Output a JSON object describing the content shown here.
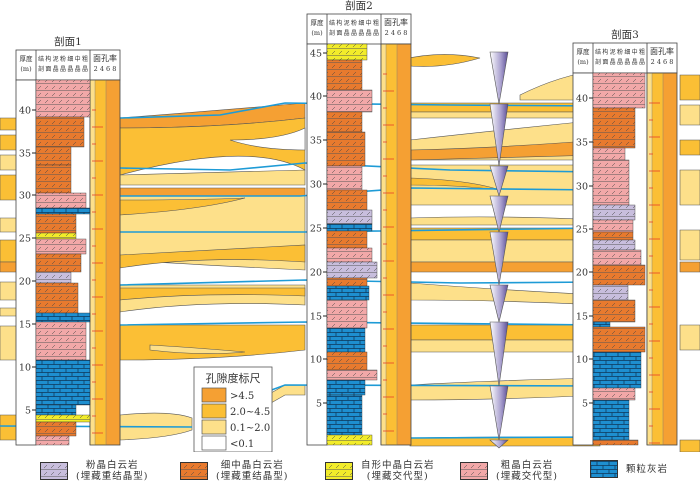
{
  "sections": [
    {
      "title": "剖面1",
      "id": "s1"
    },
    {
      "title": "剖面2",
      "id": "s2"
    },
    {
      "title": "剖面3",
      "id": "s3"
    }
  ],
  "column_headers": {
    "thickness_line1": "厚度",
    "thickness_line2": "(m)",
    "texture_line1": "结构泥粉细中粗",
    "texture_line2": "剖面晶晶晶晶晶",
    "porosity_title": "面孔率",
    "porosity_ticks": "2 4 6 8"
  },
  "depth_ticks": {
    "s1": [
      "40",
      "35",
      "30",
      "25",
      "20",
      "15",
      "10",
      "5"
    ],
    "s2": [
      "45",
      "40",
      "35",
      "30",
      "25",
      "20",
      "15",
      "10",
      "5"
    ],
    "s3": [
      "40",
      "35",
      "30",
      "25",
      "20",
      "15",
      "10",
      "5"
    ]
  },
  "porosity_scale": {
    "title": "孔隙度标尺",
    "items": [
      {
        "label": ">4.5",
        "color": "#f5a033"
      },
      {
        "label": "2.0~4.5",
        "color": "#fbbf35"
      },
      {
        "label": "0.1~2.0",
        "color": "#fde08a"
      },
      {
        "label": "<0.1",
        "color": "#ffffff"
      }
    ]
  },
  "lithology_legend": [
    {
      "name": "粉晶白云岩",
      "sub": "(埋藏重结晶型)",
      "color": "#c8bedd",
      "pattern": "dolomite"
    },
    {
      "name": "细中晶白云岩",
      "sub": "(埋藏重结晶型)",
      "color": "#e87a2e",
      "pattern": "dolomite"
    },
    {
      "name": "自形中晶白云岩",
      "sub": "(埋藏交代型)",
      "color": "#f2ec2a",
      "pattern": "dolomite"
    },
    {
      "name": "粗晶白云岩",
      "sub": "(埋藏交代型)",
      "color": "#f2a8a8",
      "pattern": "dolomite"
    },
    {
      "name": "颗粒灰岩",
      "sub": "",
      "color": "#1e8fd0",
      "pattern": "limestone"
    }
  ],
  "colors": {
    "high": "#f5a033",
    "mid": "#fbbf35",
    "low": "#fde08a",
    "correlation_line": "#1e9bd6",
    "outline": "#555555"
  }
}
